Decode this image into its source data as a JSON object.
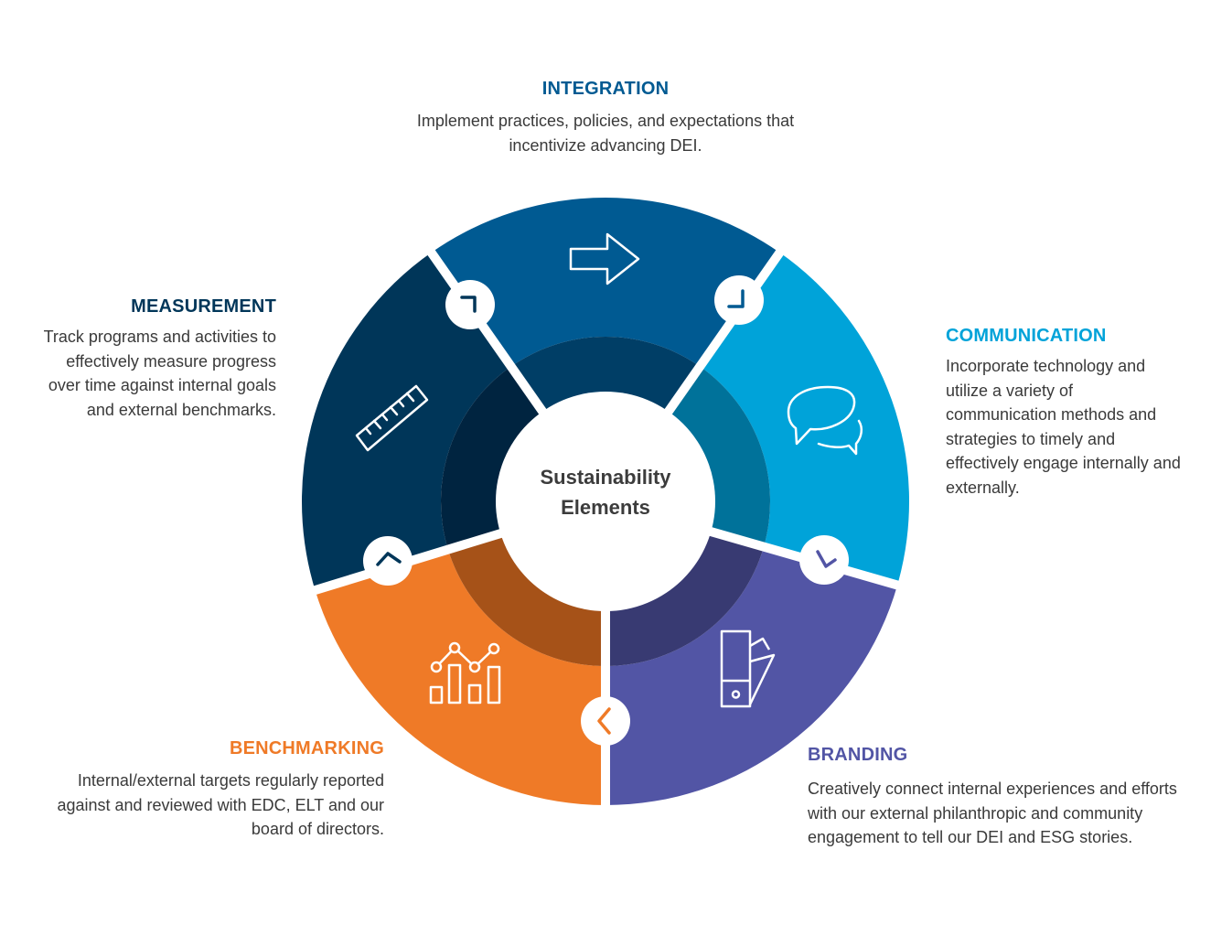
{
  "center": {
    "line1": "Sustainability",
    "line2": "Elements"
  },
  "elements": {
    "integration": {
      "title": "INTEGRATION",
      "text": "Implement practices, policies, and expectations that incentivize advancing DEI.",
      "color": "#005a92",
      "inner_color": "#003e66",
      "icon": "arrow-right-icon"
    },
    "communication": {
      "title": "COMMUNICATION",
      "text": "Incorporate technology and utilize a variety of communication methods and strategies to timely and effectively engage internally and externally.",
      "color": "#00a3d9",
      "inner_color": "#00729a",
      "icon": "chat-bubbles-icon"
    },
    "branding": {
      "title": "BRANDING",
      "text": "Creatively connect internal experiences and efforts with our external philanthropic and community engagement to tell our DEI and ESG stories.",
      "color": "#5255a5",
      "inner_color": "#383a72",
      "icon": "swatch-fan-icon"
    },
    "benchmarking": {
      "title": "BENCHMARKING",
      "text": "Internal/external targets regularly reported against and reviewed with EDC, ELT and our board of directors.",
      "color": "#ef7a27",
      "inner_color": "#a65218",
      "icon": "bar-line-chart-icon"
    },
    "measurement": {
      "title": "MEASUREMENT",
      "text": "Track programs and activities to effectively measure progress over time against internal goals and external benchmarks.",
      "color": "#003659",
      "inner_color": "#002440",
      "icon": "ruler-icon"
    }
  }
}
